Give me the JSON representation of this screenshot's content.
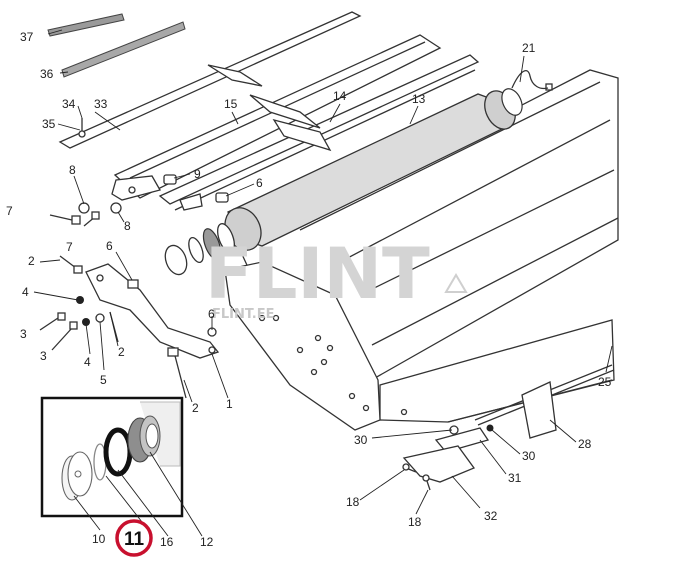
{
  "watermark": {
    "brand": "FLINT",
    "site": "FLINT.EE"
  },
  "highlight": {
    "label": "11",
    "color": "#c8102e"
  },
  "callouts": {
    "c1": "1",
    "c2a": "2",
    "c2b": "2",
    "c2c": "2",
    "c3a": "3",
    "c3b": "3",
    "c4a": "4",
    "c4b": "4",
    "c5": "5",
    "c6a": "6",
    "c6b": "6",
    "c6c": "6",
    "c7a": "7",
    "c7b": "7",
    "c8a": "8",
    "c8b": "8",
    "c9": "9",
    "c10": "10",
    "c12": "12",
    "c13": "13",
    "c14": "14",
    "c15": "15",
    "c16": "16",
    "c18a": "18",
    "c18b": "18",
    "c21": "21",
    "c25": "25",
    "c28": "28",
    "c30a": "30",
    "c30b": "30",
    "c31": "31",
    "c32": "32",
    "c33": "33",
    "c34": "34",
    "c35": "35",
    "c36": "36",
    "c37": "37"
  }
}
